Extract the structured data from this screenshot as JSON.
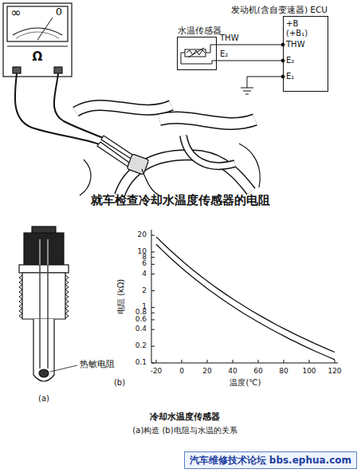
{
  "diagram": {
    "title": "就车检查冷却水温度传感器的电阻",
    "caption": "冷却水温度传感器",
    "nodes": [
      {
        "text": [
          "发动机(含自变速器) ECU"
        ]
      },
      {
        "text": [
          "水温传感器"
        ]
      },
      {
        "text": [
          "汽车维修技术论坛 bbs.ephua.com"
        ]
      }
    ],
    "edges": [
      {
        "from": 1,
        "to": 0,
        "arrow": "none"
      },
      {
        "from": 1,
        "to": 0,
        "arrow": "none"
      }
    ],
    "labels": [
      "∞",
      "0",
      "Ω",
      "+B",
      "(+B₁)",
      "THW",
      "E₂",
      "E₁",
      "THW",
      "E₂",
      "热敏电阻",
      "(a)",
      "20",
      "10",
      "8",
      "6",
      "4",
      "2",
      "1",
      "0.8",
      "0.6",
      "0.4",
      "0.2",
      "0.1",
      "电阻 (kΩ)",
      "-20",
      "0",
      "20",
      "40",
      "60",
      "80",
      "100",
      "120",
      "温度(℃)",
      "(b)",
      "(a)构造  (b)电阻与水温的关系"
    ]
  }
}
